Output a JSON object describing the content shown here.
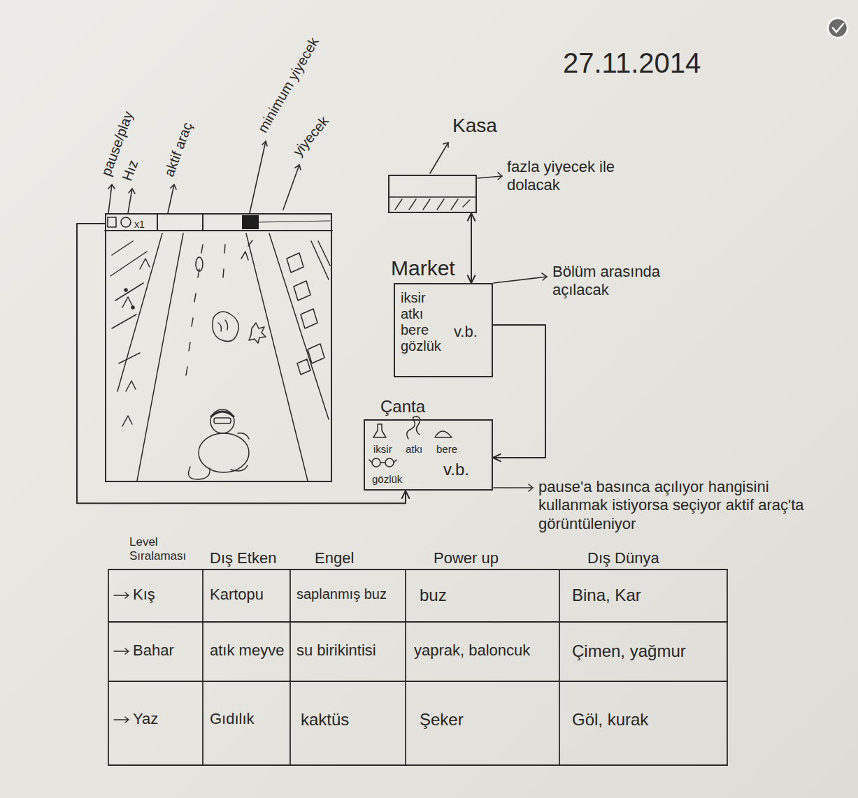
{
  "diagram": {
    "nodes": [
      {
        "text": [
          "x1"
        ]
      },
      {
        "text": [
          "Kasa"
        ]
      },
      {
        "text": [
          "Market",
          "iksir atkı bere gözlük",
          "v.b."
        ]
      },
      {
        "text": [
          "Çanta",
          "iksir",
          "atkı",
          "bere",
          "gözlük",
          "v.b."
        ]
      }
    ],
    "edges": [
      {
        "from": 1,
        "to": 2,
        "arrow": "both"
      },
      {
        "from": 2,
        "to": 3,
        "arrow": "to"
      },
      {
        "from": 0,
        "to": 3,
        "arrow": "to"
      }
    ],
    "labels": [
      "27.11.2014",
      "pause/play",
      "Hız",
      "aktif araç",
      "minimum yiyecek",
      "yiyecek",
      "fazla yiyecek ile dolacak",
      "Bölüm arasında açılacak",
      "pause'a basınca açılıyor hangisini kullanmak istiyorsa seçiyor aktif araç'ta görüntüleniyor",
      "Level Sıralaması",
      "Dış Etken",
      "Engel",
      "Power up",
      "Dış Dünya",
      "Kış",
      "Kartopu",
      "saplanmış buz",
      "buz",
      "Bina, Kar",
      "Bahar",
      "atık meyve",
      "su birikintisi",
      "yaprak, baloncuk",
      "Çimen, yağmur",
      "Yaz",
      "Gıdılık",
      "kaktüs",
      "Şeker",
      "Göl, kurak"
    ]
  }
}
